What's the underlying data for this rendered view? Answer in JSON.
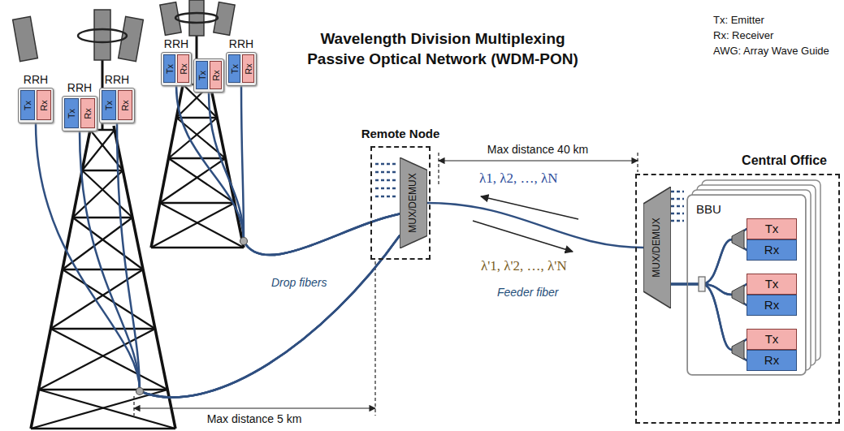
{
  "diagram": {
    "title": "Wavelength Division Multiplexing Passive Optical Network (WDM-PON)",
    "nodes": [
      {
        "text": [
          "RRH"
        ]
      },
      {
        "text": [
          "Tx"
        ],
        "in": 0
      },
      {
        "text": [
          "Rx"
        ],
        "in": 0
      },
      {
        "text": [
          "RRH"
        ]
      },
      {
        "text": [
          "Tx"
        ],
        "in": 3
      },
      {
        "text": [
          "Rx"
        ],
        "in": 3
      },
      {
        "text": [
          "RRH"
        ]
      },
      {
        "text": [
          "Tx"
        ],
        "in": 6
      },
      {
        "text": [
          "Rx"
        ],
        "in": 6
      },
      {
        "text": [
          "RRH"
        ]
      },
      {
        "text": [
          "Tx"
        ],
        "in": 9
      },
      {
        "text": [
          "Rx"
        ],
        "in": 9
      },
      {
        "text": []
      },
      {
        "text": [
          "Tx"
        ],
        "in": 12
      },
      {
        "text": [
          "Rx"
        ],
        "in": 12
      },
      {
        "text": [
          "RRH"
        ]
      },
      {
        "text": [
          "Tx"
        ],
        "in": 15
      },
      {
        "text": [
          "Rx"
        ],
        "in": 15
      },
      {
        "text": [
          "Remote Node"
        ]
      },
      {
        "text": [
          "MUX/DEMUX"
        ],
        "in": 18
      },
      {
        "text": [
          "Central Office"
        ]
      },
      {
        "text": [
          "MUX/DEMUX"
        ],
        "in": 20
      },
      {
        "text": [
          "BBU"
        ],
        "in": 20
      },
      {
        "text": [
          "Tx"
        ],
        "in": 22
      },
      {
        "text": [
          "Rx"
        ],
        "in": 22
      },
      {
        "text": [
          "Tx"
        ],
        "in": 22
      },
      {
        "text": [
          "Rx"
        ],
        "in": 22
      },
      {
        "text": [
          "Tx"
        ],
        "in": 22
      },
      {
        "text": [
          "Rx"
        ],
        "in": 22
      }
    ],
    "edges": [
      {
        "from": 0,
        "to": 19,
        "arrow": "none"
      },
      {
        "from": 3,
        "to": 19,
        "arrow": "none"
      },
      {
        "from": 6,
        "to": 19,
        "arrow": "none"
      },
      {
        "from": 9,
        "to": 19,
        "arrow": "none"
      },
      {
        "from": 12,
        "to": 19,
        "arrow": "none"
      },
      {
        "from": 15,
        "to": 19,
        "arrow": "none"
      },
      {
        "from": 19,
        "to": 21,
        "arrow": "none"
      },
      {
        "from": 21,
        "to": 23,
        "arrow": "none"
      },
      {
        "from": 21,
        "to": 24,
        "arrow": "none"
      },
      {
        "from": 21,
        "to": 25,
        "arrow": "none"
      },
      {
        "from": 21,
        "to": 26,
        "arrow": "none"
      },
      {
        "from": 21,
        "to": 27,
        "arrow": "none"
      },
      {
        "from": 21,
        "to": 28,
        "arrow": "none"
      }
    ],
    "labels": [
      "Tx: Emitter",
      "Rx: Receiver",
      "AWG: Array Wave Guide",
      "Max distance 40 km",
      "Max distance 5 km",
      "λ1, λ2, …, λN",
      "λ'1, λ'2, …, λ'N",
      "Drop fibers",
      "Feeder fiber"
    ]
  }
}
